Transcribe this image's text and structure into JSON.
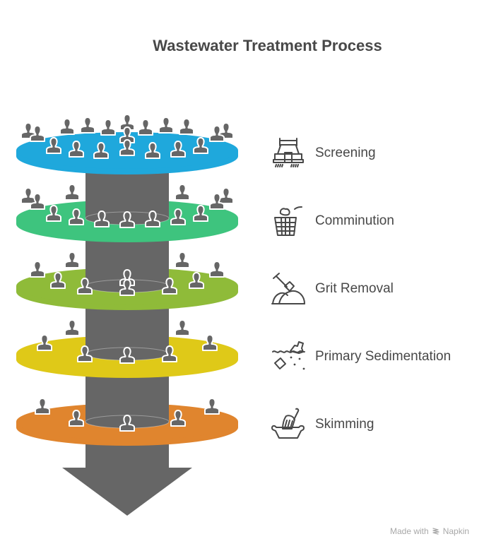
{
  "title": "Wastewater Treatment Process",
  "colors": {
    "core": "#666666",
    "person": "#666666",
    "person_outline": "#ffffff",
    "text": "#484848",
    "footer": "#a8a8a8"
  },
  "stages": [
    {
      "label": "Screening",
      "icon": "screening-machine-icon",
      "color": "#1fa8dc",
      "people": 19
    },
    {
      "label": "Comminution",
      "icon": "trash-basket-icon",
      "color": "#3ec47e",
      "people": 13
    },
    {
      "label": "Grit Removal",
      "icon": "shovel-sand-icon",
      "color": "#8fbb39",
      "people": 10
    },
    {
      "label": "Primary Sedimentation",
      "icon": "sediment-particles-icon",
      "color": "#dfc918",
      "people": 7
    },
    {
      "label": "Skimming",
      "icon": "skimming-bowl-icon",
      "color": "#e0852e",
      "people": 5
    }
  ],
  "footer": {
    "made_with": "Made with",
    "brand": "Napkin",
    "brand_icon": "napkin-logo-icon"
  }
}
